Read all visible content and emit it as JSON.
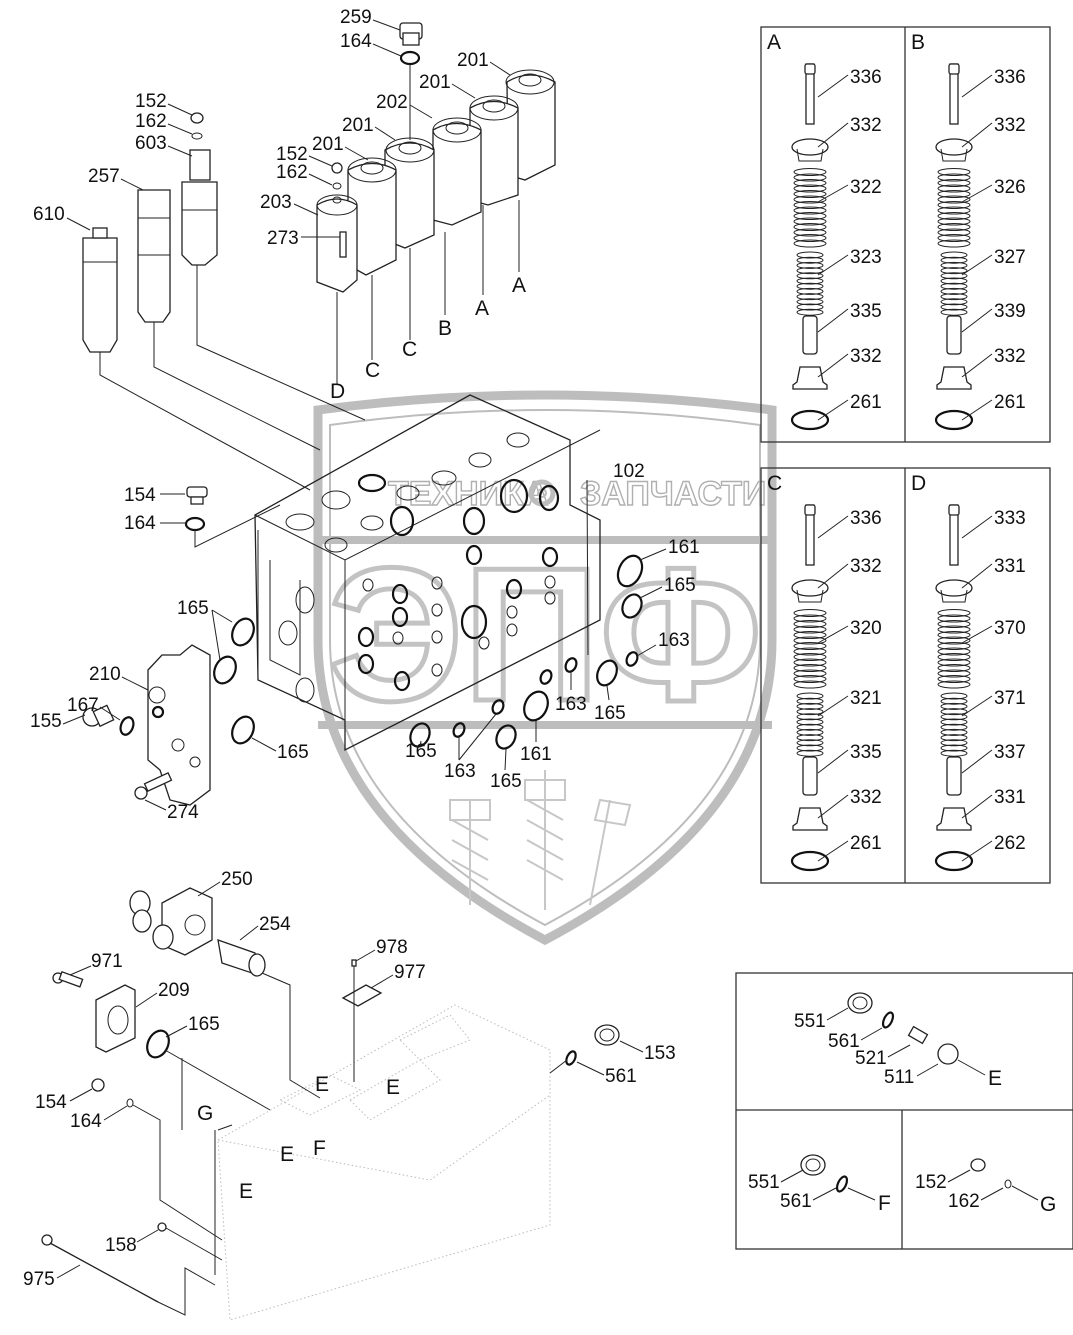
{
  "diagram": {
    "title": "Control valve assembly - exploded parts diagram",
    "watermark": {
      "text_left": "ТЕХНИКА",
      "text_right": "ЗАПЧАСТИ",
      "logo_letters": "ЭПФ",
      "logo_icon": "gear-icon"
    },
    "main_callouts": {
      "c259": "259",
      "c164_top": "164",
      "c201_a": "201",
      "c201_b": "201",
      "c202": "202",
      "c201_c": "201",
      "c201_d": "201",
      "c152_top": "152",
      "c162_top": "162",
      "c603": "603",
      "c152_mid": "152",
      "c162_mid": "162",
      "c257": "257",
      "c610": "610",
      "c203": "203",
      "c273": "273",
      "c102": "102",
      "c154_top": "154",
      "c164_mid": "164",
      "c161_r": "161",
      "c165_r": "165",
      "c163_r": "163",
      "c165_l": "165",
      "c210": "210",
      "c167": "167",
      "c155": "155",
      "c165_bl": "165",
      "c274": "274",
      "c163_b1": "163",
      "c165_b1": "165",
      "c165_b2": "165",
      "c163_b2": "163",
      "c165_b3": "165",
      "c161_b": "161"
    },
    "ref_letters": {
      "d1": "D",
      "c1": "C",
      "c2": "C",
      "b1": "B",
      "a1": "A",
      "a2": "A"
    },
    "lower_callouts": {
      "c250": "250",
      "c254": "254",
      "c971": "971",
      "c209": "209",
      "c165": "165",
      "c978": "978",
      "c977": "977",
      "c153": "153",
      "c561": "561",
      "c154": "154",
      "c164": "164",
      "c158": "158",
      "c975": "975",
      "e1": "E",
      "e2": "E",
      "g": "G",
      "e3": "E",
      "f": "F",
      "e4": "E"
    },
    "detail_panels": [
      {
        "id": "A",
        "labels": [
          "336",
          "332",
          "322",
          "323",
          "335",
          "332",
          "261"
        ]
      },
      {
        "id": "B",
        "labels": [
          "336",
          "332",
          "326",
          "327",
          "339",
          "332",
          "261"
        ]
      },
      {
        "id": "C",
        "labels": [
          "336",
          "332",
          "320",
          "321",
          "335",
          "332",
          "261"
        ]
      },
      {
        "id": "D",
        "labels": [
          "333",
          "331",
          "370",
          "371",
          "337",
          "331",
          "262"
        ]
      }
    ],
    "plug_panels": {
      "E": {
        "labels": [
          "551",
          "561",
          "521",
          "511"
        ],
        "ref": "E"
      },
      "F": {
        "labels": [
          "551",
          "561"
        ],
        "ref": "F"
      },
      "G": {
        "labels": [
          "152",
          "162"
        ],
        "ref": "G"
      }
    }
  }
}
